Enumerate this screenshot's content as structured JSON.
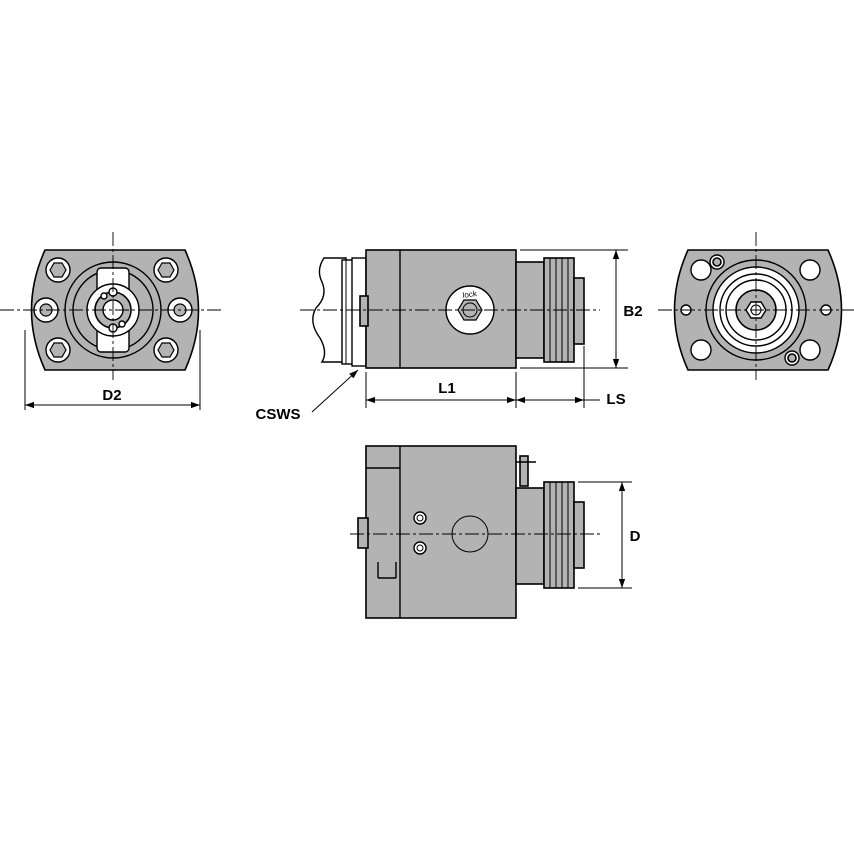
{
  "labels": {
    "d2": "D2",
    "l1": "L1",
    "ls": "LS",
    "b2": "B2",
    "d": "D",
    "csws": "CSWS",
    "lock": "lock"
  }
}
